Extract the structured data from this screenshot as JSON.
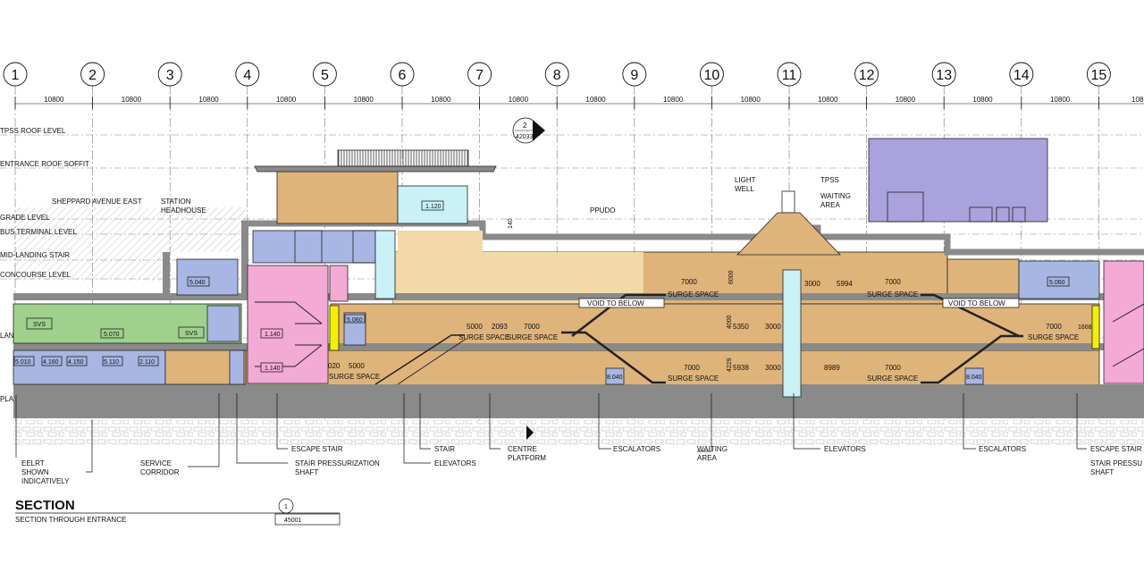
{
  "grid_labels": [
    "1",
    "2",
    "3",
    "4",
    "5",
    "6",
    "7",
    "8",
    "9",
    "10",
    "11",
    "12",
    "13",
    "14",
    "15"
  ],
  "bay_dimensions": [
    "10800",
    "10800",
    "10800",
    "10800",
    "10800",
    "10800",
    "10800",
    "10800",
    "10800",
    "10800",
    "10800",
    "10800",
    "10800",
    "10800",
    "108"
  ],
  "levels": {
    "tpss_roof": "TPSS ROOF LEVEL",
    "entrance_roof": "ENTRANCE ROOF SOFFIT",
    "grade": "GRADE LEVEL",
    "bus_terminal": "BUS TERMINAL LEVEL",
    "mid_landing": "MID-LANDING STAIR",
    "concourse": "CONCOURSE LEVEL",
    "landing": "LANDING LEVEL",
    "platform": "PLATFORM LEVEL"
  },
  "callout": {
    "number": "2",
    "sheet": "42033"
  },
  "spaces": {
    "station_headhouse": [
      "STATION",
      "HEADHOUSE"
    ],
    "sheppard": "SHEPPARD AVENUE EAST",
    "light_well": [
      "LIGHT",
      "WELL"
    ],
    "tpss": "TPSS",
    "waiting_area_top": [
      "WAITING",
      "AREA"
    ],
    "ppudo": "PPUDO",
    "room_1120": "1.120",
    "room_5040": "5.040",
    "room_5060a": "5.060",
    "room_5060b": "5.060",
    "room_5070": "5.070",
    "svs_a": "SVS",
    "svs_b": "SVS",
    "room_1140a": "1.140",
    "room_1140b": "1.140",
    "room_5010": "5.010",
    "room_4160": "4.160",
    "room_4150": "4.150",
    "room_5110": "5.110",
    "room_2110": "2.110",
    "room_8040a": "8.040",
    "room_8040b": "8.040",
    "void_left": "VOID TO BELOW",
    "void_right": "VOID TO BELOW",
    "surge": "SURGE SPACE",
    "surge_trunc": "SURGE SPACE",
    "dim_140": "140"
  },
  "dims": {
    "d7000": "7000",
    "d6000": "6000",
    "d3000": "3000",
    "d5994": "5994",
    "d5000": "5000",
    "d2093": "2093",
    "d5350": "5350",
    "d4000": "4000",
    "d4229": "4229",
    "d5938": "5938",
    "d8989": "8989",
    "d1668": "1668",
    "d020": "020"
  },
  "leaders": {
    "eelrt": [
      "EELRT",
      "SHOWN",
      "INDICATIVELY"
    ],
    "service_corridor": [
      "SERVICE",
      "CORRIDOR"
    ],
    "escape_stair": "ESCAPE STAIR",
    "stair_press": [
      "STAIR PRESSURIZATION",
      "SHAFT"
    ],
    "stair": "STAIR",
    "elevators": "ELEVATORS",
    "centre_platform": [
      "CENTRE",
      "PLATFORM"
    ],
    "escalators_l": "ESCALATORS",
    "waiting_area": [
      "WAITING",
      "AREA"
    ],
    "elevators_r": "ELEVATORS",
    "escalators_r": "ESCALATORS",
    "escape_stair_r": "ESCAPE STAIR",
    "stair_press_r": [
      "STAIR PRESSU",
      "SHAFT"
    ]
  },
  "title_block": {
    "title": "SECTION",
    "subtitle": "SECTION THROUGH ENTRANCE",
    "number": "1",
    "sheet": "45001"
  },
  "colors": {
    "tan": "#dfb47a",
    "lighttan": "#f1d9a8",
    "blue": "#a7b6e2",
    "pink": "#f3aad5",
    "green": "#9fd18c",
    "purple": "#a9a2dc",
    "cyan": "#c9f1f6",
    "grey": "#8a8a8a",
    "yellow": "#f6f000"
  }
}
